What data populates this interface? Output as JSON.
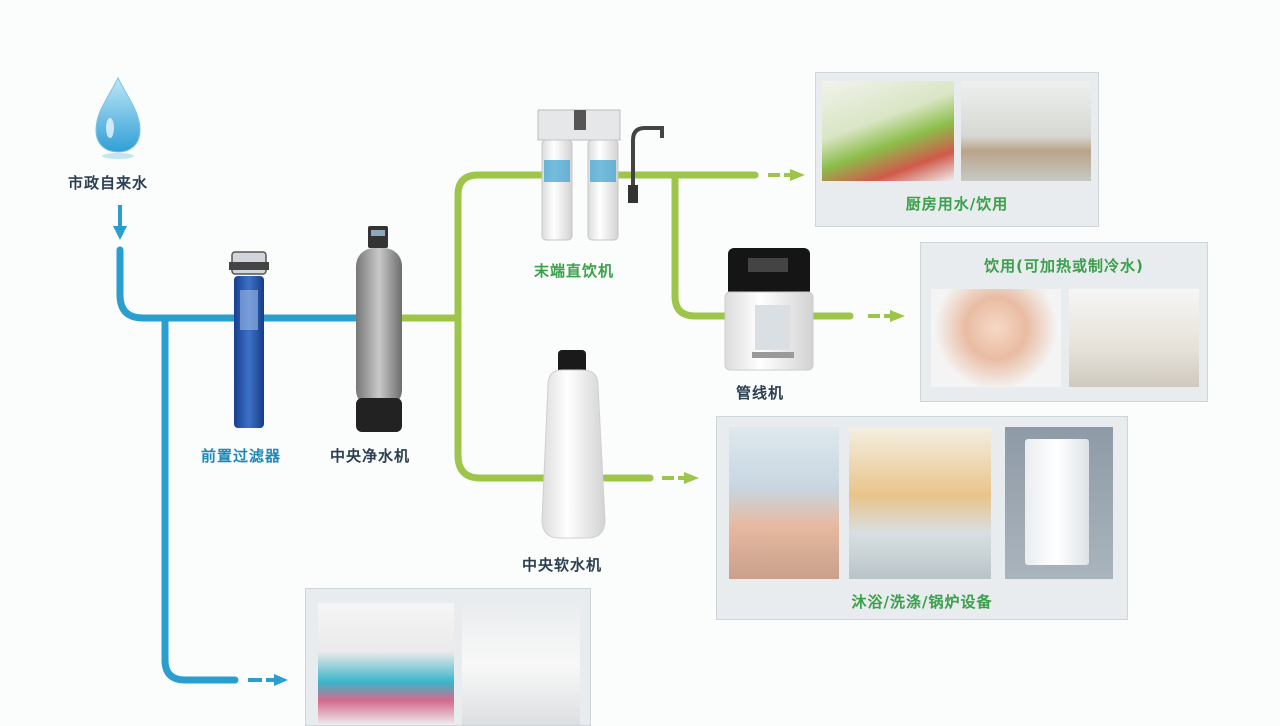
{
  "labels": {
    "source": "市政自来水",
    "prefilter": "前置过滤器",
    "central_purifier": "中央净水机",
    "terminal": "末端直饮机",
    "pipeline": "管线机",
    "softener": "中央软水机"
  },
  "panels": {
    "kitchen": "厨房用水/饮用",
    "drink": "饮用(可加热或制冷水)",
    "bath": "沐浴/洗涤/锅炉设备"
  },
  "icons": {
    "source": "water-drop-icon",
    "prefilter": "prefilter-cylinder-icon",
    "central": "purifier-tank-icon",
    "terminal": "under-sink-filter-icon",
    "pipeline": "pipeline-dispenser-icon",
    "softener": "softener-tank-icon"
  },
  "colors": {
    "blue_line": "#2a9fcf",
    "green_line": "#9cc54a",
    "blue_text": "#1f88b8",
    "green_text": "#3aa04a"
  }
}
